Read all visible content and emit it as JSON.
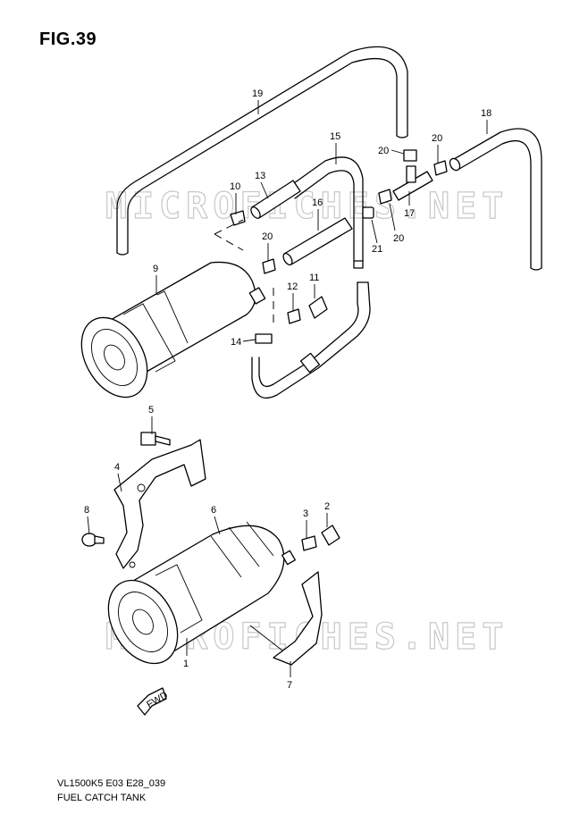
{
  "figure": {
    "title": "FIG.39",
    "code": "VL1500K5 E03 E28_039",
    "name": "FUEL CATCH TANK"
  },
  "watermark": "MICROFICHES.NET",
  "fwd_label": "FWD",
  "callouts": [
    {
      "id": "19",
      "label": "19"
    },
    {
      "id": "18",
      "label": "18"
    },
    {
      "id": "15",
      "label": "15"
    },
    {
      "id": "20a",
      "label": "20"
    },
    {
      "id": "20b",
      "label": "20"
    },
    {
      "id": "20c",
      "label": "20"
    },
    {
      "id": "20d",
      "label": "20"
    },
    {
      "id": "13",
      "label": "13"
    },
    {
      "id": "10",
      "label": "10"
    },
    {
      "id": "16",
      "label": "16"
    },
    {
      "id": "17",
      "label": "17"
    },
    {
      "id": "21",
      "label": "21"
    },
    {
      "id": "9",
      "label": "9"
    },
    {
      "id": "12",
      "label": "12"
    },
    {
      "id": "11",
      "label": "11"
    },
    {
      "id": "14",
      "label": "14"
    },
    {
      "id": "5",
      "label": "5"
    },
    {
      "id": "4",
      "label": "4"
    },
    {
      "id": "8",
      "label": "8"
    },
    {
      "id": "6",
      "label": "6"
    },
    {
      "id": "3",
      "label": "3"
    },
    {
      "id": "2",
      "label": "2"
    },
    {
      "id": "1",
      "label": "1"
    },
    {
      "id": "7",
      "label": "7"
    }
  ]
}
